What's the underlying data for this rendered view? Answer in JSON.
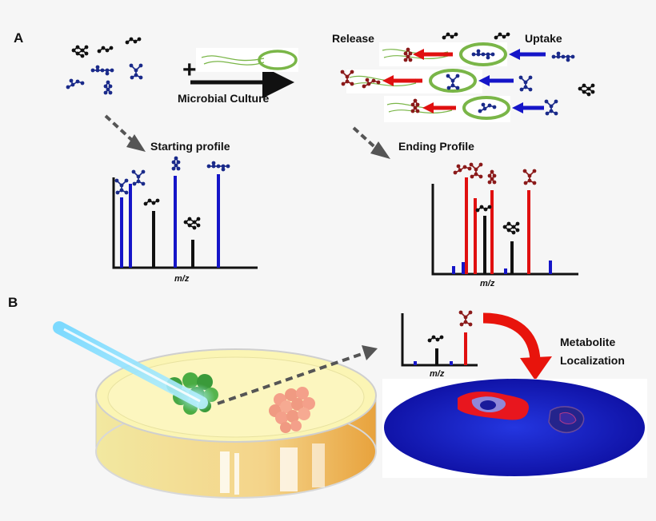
{
  "panels": {
    "a": {
      "label": "A",
      "culture_label": "Microbial Culture",
      "plus_sign": "+",
      "release_label": "Release",
      "uptake_label": "Uptake",
      "starting_title": "Starting profile",
      "ending_title": "Ending Profile",
      "xlabel": "m/z"
    },
    "b": {
      "label": "B",
      "xlabel": "m/z",
      "localization_line1": "Metabolite",
      "localization_line2": "Localization"
    }
  },
  "colors": {
    "uptake_blue": "#1515c8",
    "release_red": "#e01010",
    "molecule_red": "#8b1a1a",
    "molecule_blue": "#1a2a8a",
    "molecule_black": "#111111",
    "bacterium_green": "#7ab648",
    "dashed_arrow": "#555555",
    "agar_yellow": "#fbf5b4",
    "map_blue": "#1a1ad8"
  },
  "icons": [
    "molecule-icon",
    "bacterium-icon",
    "petri-dish-icon",
    "laser-probe-icon",
    "ims-heatmap-icon"
  ]
}
